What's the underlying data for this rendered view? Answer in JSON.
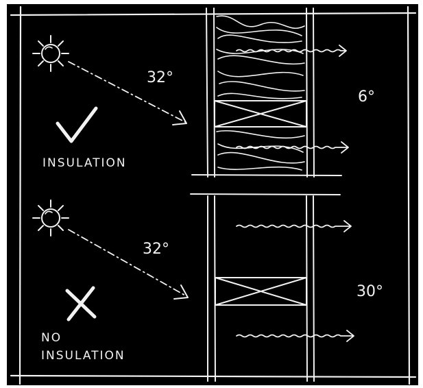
{
  "colors": {
    "background": "#000000",
    "chalk": "#f2f2f2",
    "frame_bg": "#ffffff"
  },
  "top_panel": {
    "sun_temperature": "32°",
    "interior_temperature": "6°",
    "caption": "INSULATION",
    "mark_icon": "checkmark-icon"
  },
  "bottom_panel": {
    "sun_temperature": "32°",
    "interior_temperature": "30°",
    "caption_line1": "NO",
    "caption_line2": "INSULATION",
    "mark_icon": "cross-icon"
  }
}
